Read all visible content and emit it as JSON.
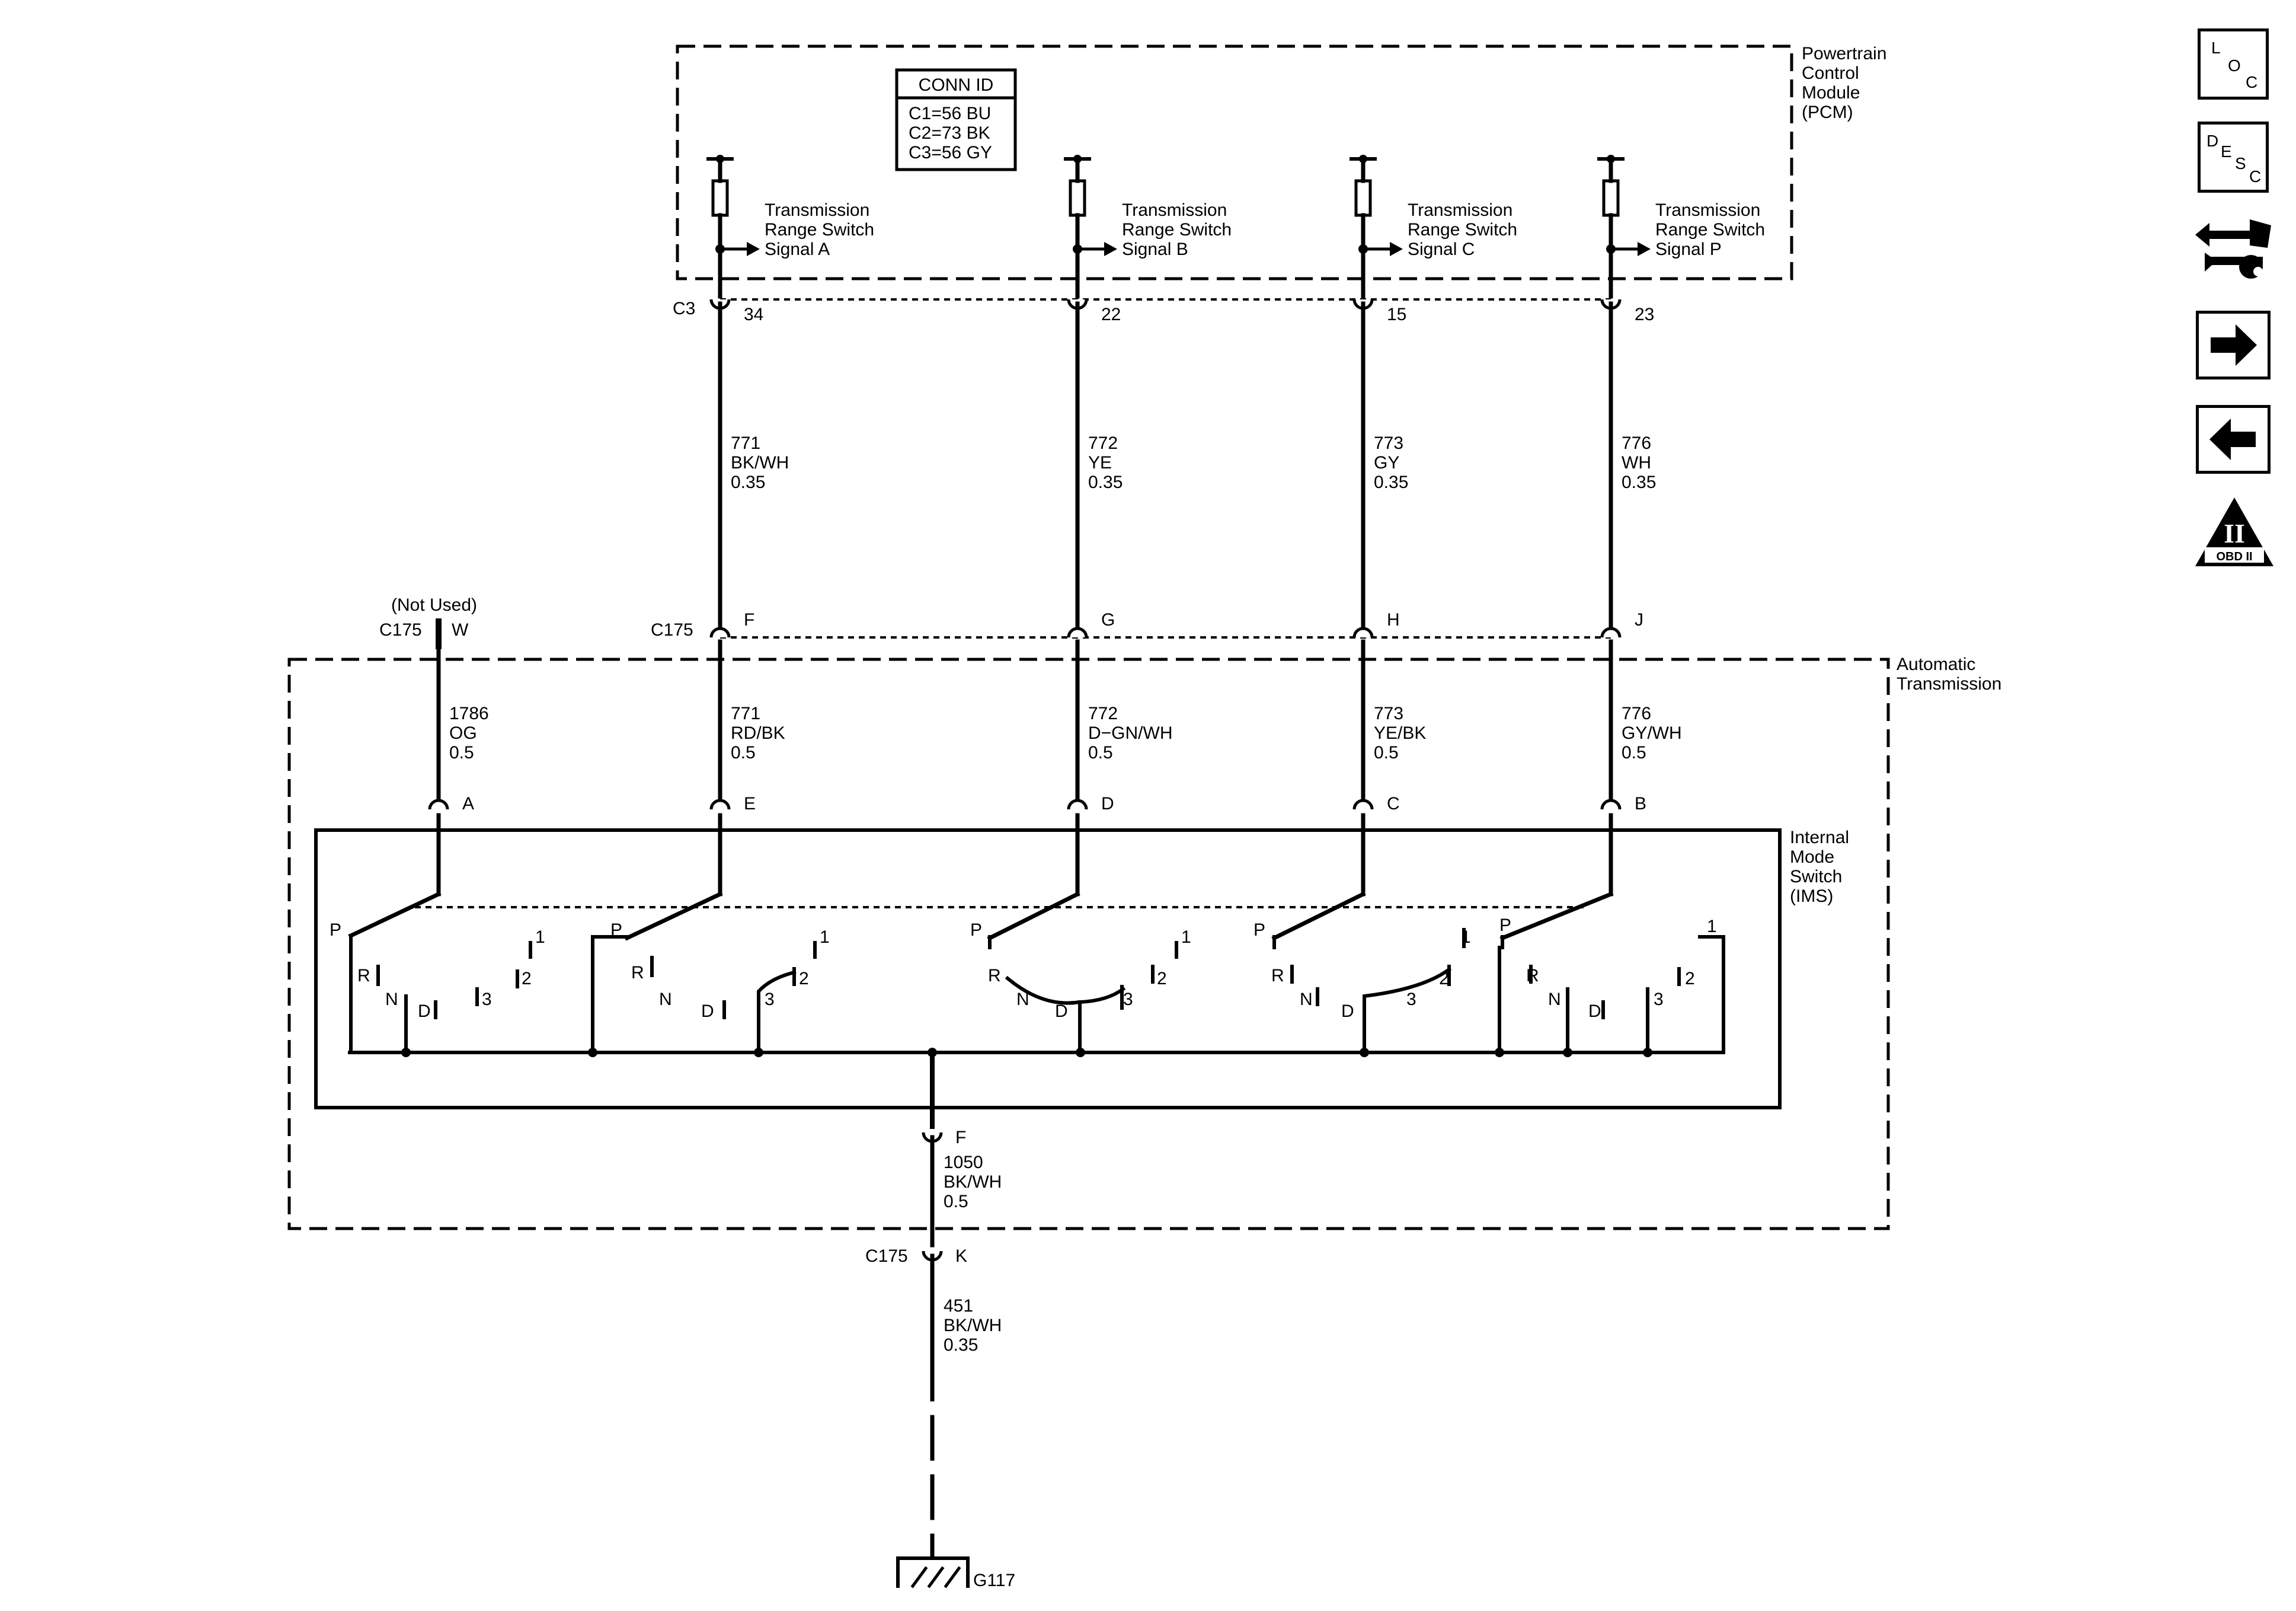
{
  "pcm": {
    "title": [
      "Powertrain",
      "Control",
      "Module",
      "(PCM)"
    ],
    "conn_id": {
      "header": "CONN ID",
      "rows": [
        "C1=56 BU",
        "C2=73 BK",
        "C3=56 GY"
      ]
    },
    "signals": [
      [
        "Transmission",
        "Range Switch",
        "Signal A"
      ],
      [
        "Transmission",
        "Range Switch",
        "Signal B"
      ],
      [
        "Transmission",
        "Range Switch",
        "Signal C"
      ],
      [
        "Transmission",
        "Range Switch",
        "Signal P"
      ]
    ],
    "connector": "C3",
    "pins": [
      "34",
      "22",
      "15",
      "23"
    ]
  },
  "upper_wires": [
    [
      "771",
      "BK/WH",
      "0.35"
    ],
    [
      "772",
      "YE",
      "0.35"
    ],
    [
      "773",
      "GY",
      "0.35"
    ],
    [
      "776",
      "WH",
      "0.35"
    ]
  ],
  "c175": {
    "name": "C175",
    "not_used": "(Not Used)",
    "pin_w": "W",
    "pins": [
      "F",
      "G",
      "H",
      "J"
    ],
    "pin_k": "K"
  },
  "transmission": {
    "title": [
      "Automatic",
      "Transmission"
    ],
    "wires": [
      [
        "1786",
        "OG",
        "0.5"
      ],
      [
        "771",
        "RD/BK",
        "0.5"
      ],
      [
        "772",
        "D−GN/WH",
        "0.5"
      ],
      [
        "773",
        "YE/BK",
        "0.5"
      ],
      [
        "776",
        "GY/WH",
        "0.5"
      ]
    ],
    "ims_pins": [
      "A",
      "E",
      "D",
      "C",
      "B"
    ],
    "ground_pin": "F",
    "ground_wire": [
      "1050",
      "BK/WH",
      "0.5"
    ]
  },
  "ims": {
    "title": [
      "Internal",
      "Mode",
      "Switch",
      "(IMS)"
    ],
    "positions": [
      "P",
      "R",
      "N",
      "D",
      "3",
      "2",
      "1"
    ]
  },
  "lower_wire": [
    "451",
    "BK/WH",
    "0.35"
  ],
  "ground": "G117",
  "sidebar": {
    "loc": [
      "L",
      "O",
      "C"
    ],
    "desc": [
      "D",
      "E",
      "S",
      "C"
    ],
    "obd": {
      "numeral": "II",
      "label": "OBD II"
    }
  }
}
